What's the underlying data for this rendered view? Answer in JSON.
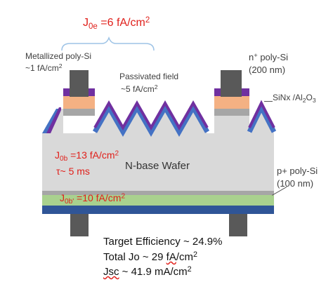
{
  "colors": {
    "wafer": "#d9d9d9",
    "p_poly": "#a6a6a6",
    "rear_green": "#a9d18e",
    "rear_blue": "#2f5597",
    "contact_metal": "#595959",
    "purple_layer": "#7030a0",
    "orange_layer": "#f4b183",
    "blue_layer": "#4472c4",
    "annotation_red": "#e0201b",
    "brace": "#9dc3e6"
  },
  "labels": {
    "j0e": {
      "main": "J",
      "sub": "0e",
      "text": " =6 fA/cm",
      "sup": "2"
    },
    "metallized": {
      "line1": "Metallized poly-Si",
      "line2_prefix": "~1 fA/cm",
      "line2_sup": "2"
    },
    "npoly": {
      "prefix": "n",
      "sup": "+",
      "rest": " poly-Si",
      "thickness": "(200 nm)"
    },
    "passivated": {
      "line1": "Passivated field",
      "line2_prefix": "~5 fA/cm",
      "line2_sup": "2"
    },
    "sinx": {
      "prefix": "SiNx /Al",
      "sub1": "2",
      "mid": "O",
      "sub2": "3"
    },
    "j0b": {
      "main": "J",
      "sub": "0b",
      "text": " =13 fA/cm",
      "sup": "2"
    },
    "tau": "τ~ 5 ms",
    "wafer": "N-base Wafer",
    "ppoly": {
      "line1": "p+ poly-Si",
      "line2": "(100 nm)"
    },
    "j0b_rear": {
      "main": "J",
      "sub": "0b'",
      "text": " =10 fA/cm",
      "sup": "2"
    },
    "target": {
      "prefix": "Target ",
      "emph": "Efficiency",
      "rest": " ~ 24.9%"
    },
    "total_jo": {
      "prefix": "Total Jo ~ 29 ",
      "underlined": "fA",
      "suffix": "/cm",
      "sup": "2"
    },
    "jsc": {
      "underlined": "Jsc",
      "suffix": " ~ 41.9 mA/cm",
      "sup": "2"
    }
  }
}
